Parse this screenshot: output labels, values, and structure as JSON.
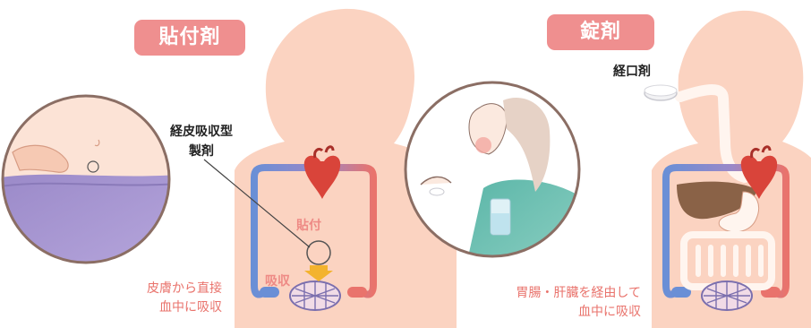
{
  "patch": {
    "title": "貼付剤",
    "product_label_line1": "経皮吸収型",
    "product_label_line2": "製剤",
    "apply_label": "貼付",
    "absorb_label": "吸収",
    "desc_line1": "皮膚から直接",
    "desc_line2": "血中に吸収"
  },
  "tablet": {
    "title": "錠剤",
    "oral_label": "経口剤",
    "desc_line1": "胃腸・肝臓を経由して",
    "desc_line2": "血中に吸収"
  },
  "colors": {
    "badge": "#ef8f8f",
    "silhouette": "#fbd3c1",
    "vessel_blue": "#6a8fd6",
    "vessel_red": "#e9736c",
    "heart": "#d9443a",
    "arrow": "#f3b32e",
    "text_pink": "#e9736c"
  },
  "icons": [
    "heart-icon",
    "lung-capillary-icon",
    "liver-icon",
    "stomach-icon",
    "intestine-icon",
    "tablet-icon",
    "patch-circle-icon",
    "down-arrow-icon"
  ]
}
